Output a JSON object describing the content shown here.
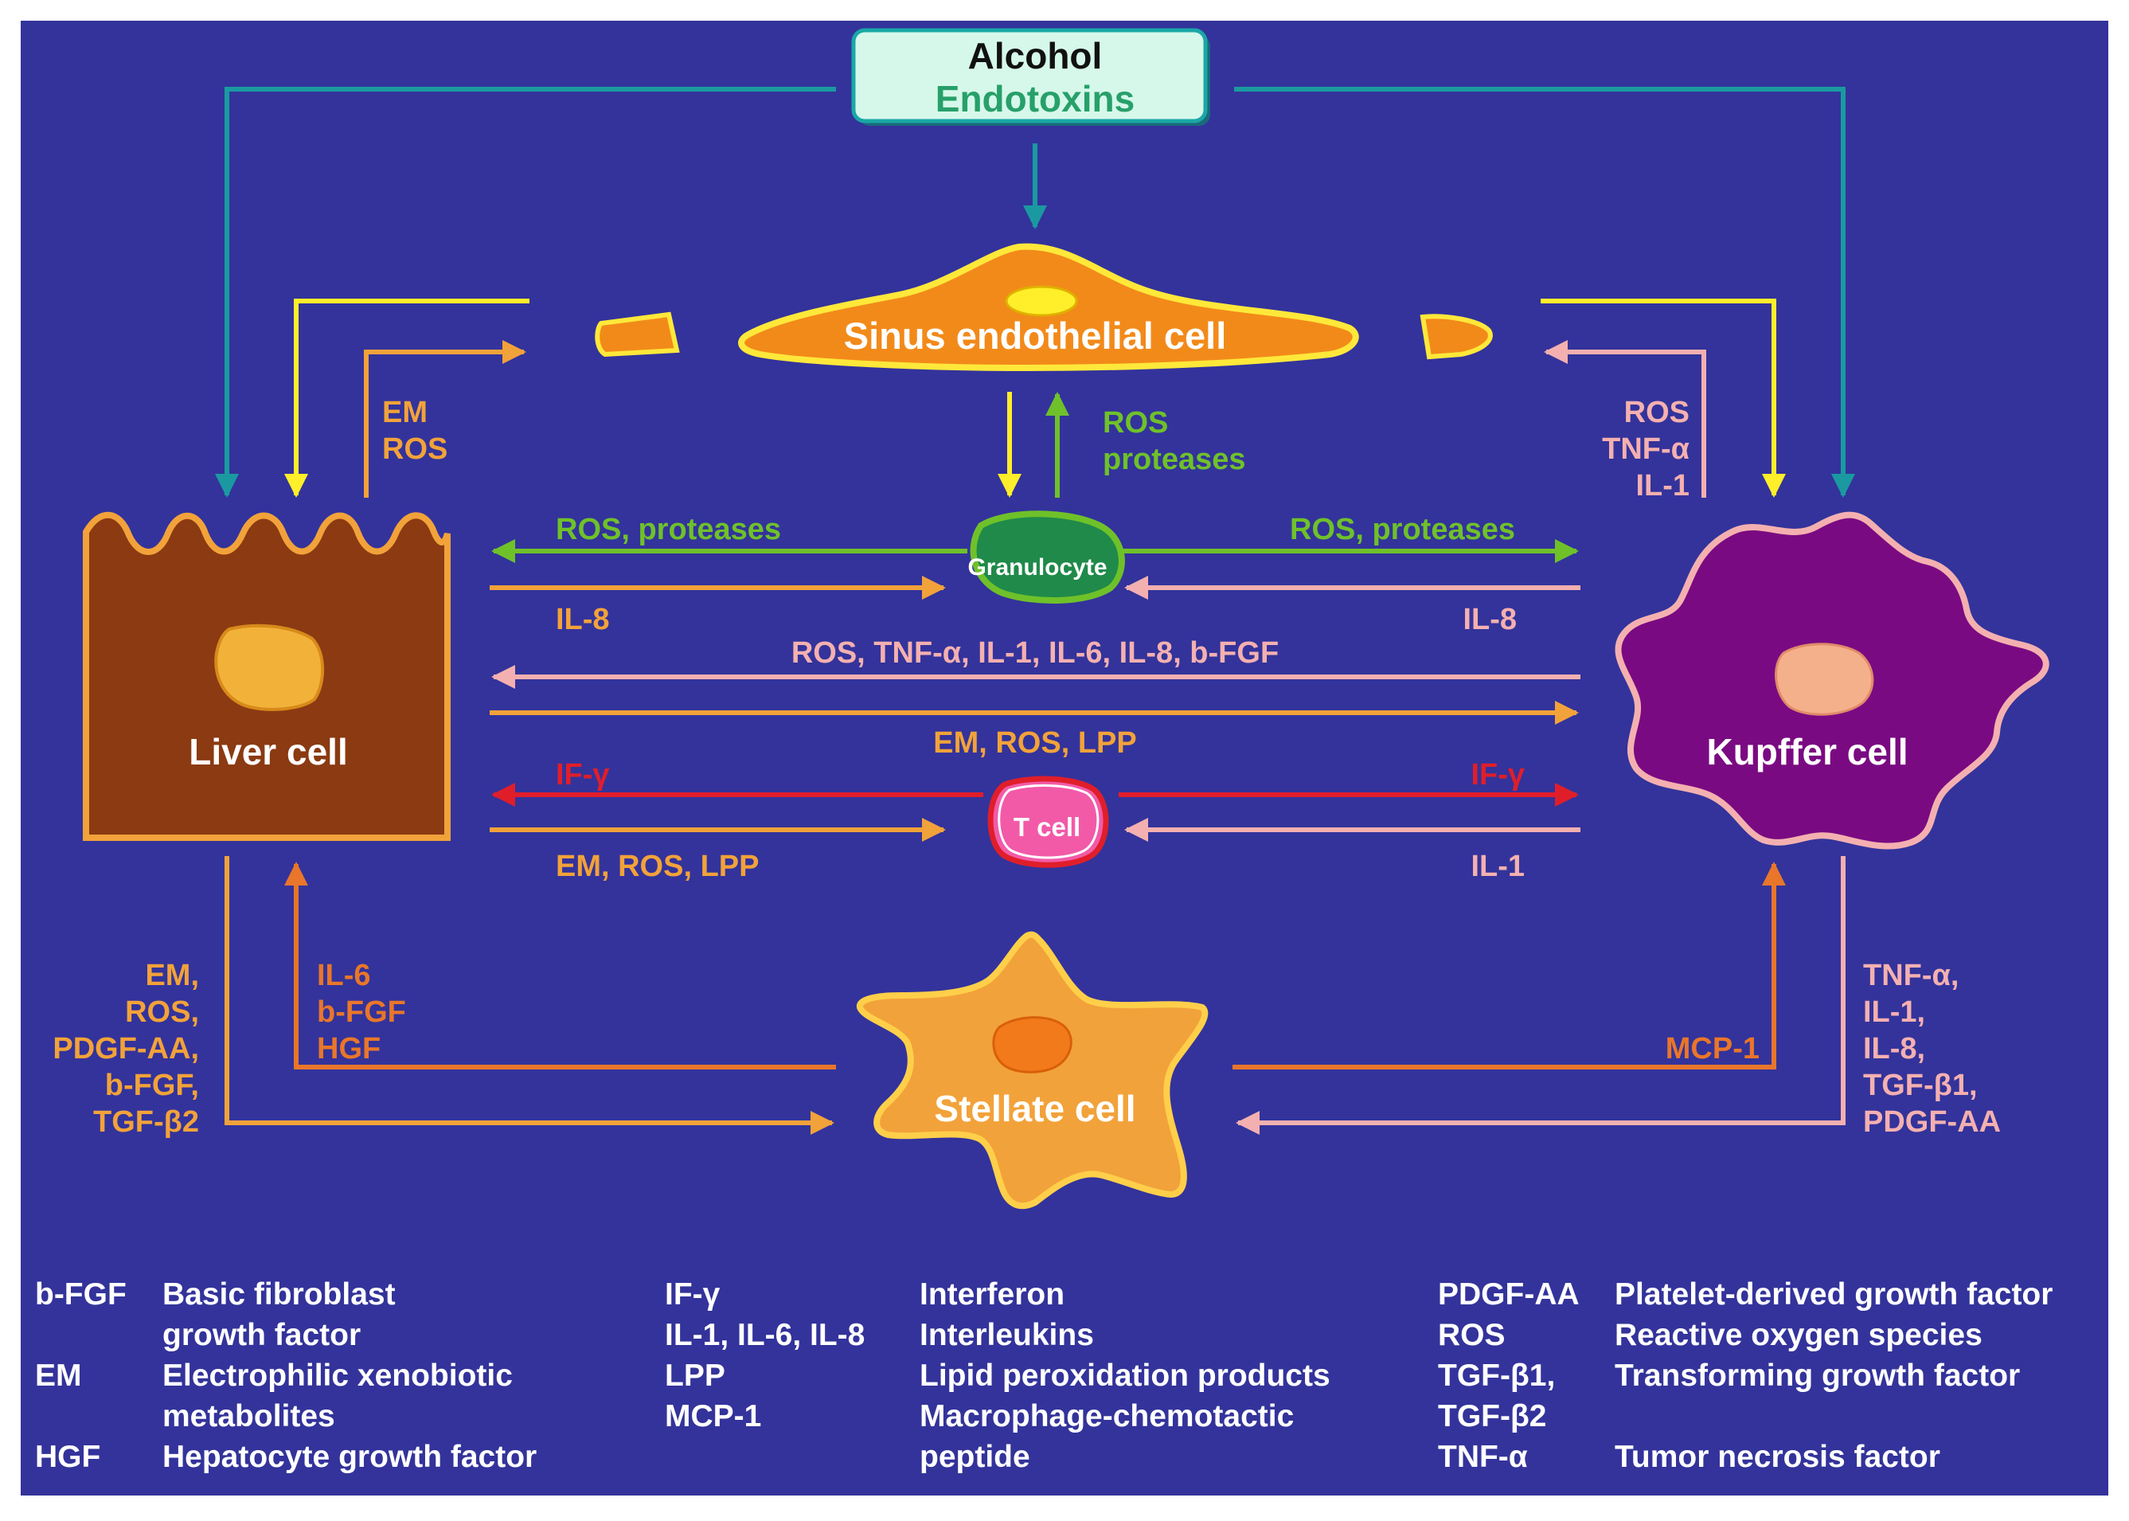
{
  "colors": {
    "background": "#33339b",
    "teal": "#1a9aa0",
    "yellow": "#ffee2a",
    "orange": "#f2a23a",
    "dark_orange": "#e9762a",
    "green": "#6fc12a",
    "pink": "#f4b0b0",
    "red": "#e01e2a",
    "white": "#ffffff"
  },
  "sources": {
    "alcohol": "Alcohol",
    "endotoxins": "Endotoxins"
  },
  "cells": {
    "sinus_endothelial": "Sinus endothelial cell",
    "liver": "Liver cell",
    "kupffer": "Kupffer cell",
    "granulocyte": "Granulocyte",
    "t_cell": "T cell",
    "stellate": "Stellate cell"
  },
  "labels": {
    "em_ros_top_left": [
      "EM",
      "ROS"
    ],
    "ros_proteases_center": [
      "ROS",
      "proteases"
    ],
    "ros_tnf_il1_right": [
      "ROS",
      "TNF-α",
      "IL-1"
    ],
    "ros_proteases_left": "ROS, proteases",
    "ros_proteases_right": "ROS, proteases",
    "il8_left": "IL-8",
    "il8_right": "IL-8",
    "kupffer_to_liver": "ROS, TNF-α, IL-1, IL-6, IL-8, b-FGF",
    "liver_to_kupffer": "EM, ROS, LPP",
    "if_gamma_left": "IF-γ",
    "if_gamma_right": "IF-γ",
    "em_ros_lpp_tcell": "EM, ROS, LPP",
    "il1_tcell": "IL-1",
    "liver_to_stellate": [
      "EM,",
      "ROS,",
      "PDGF-AA,",
      "b-FGF,",
      "TGF-β2"
    ],
    "stellate_to_liver": [
      "IL-6",
      "b-FGF",
      "HGF"
    ],
    "mcp1": "MCP-1",
    "kupffer_to_stellate": [
      "TNF-α,",
      "IL-1,",
      "IL-8,",
      "TGF-β1,",
      "PDGF-AA"
    ]
  },
  "legend": {
    "col1": [
      {
        "abbr": "b-FGF",
        "def": "Basic fibroblast"
      },
      {
        "abbr": "",
        "def": "growth factor"
      },
      {
        "abbr": "EM",
        "def": "Electrophilic xenobiotic"
      },
      {
        "abbr": "",
        "def": "metabolites"
      },
      {
        "abbr": "HGF",
        "def": "Hepatocyte growth factor"
      }
    ],
    "col2": [
      {
        "abbr": "IF-γ",
        "def": "Interferon"
      },
      {
        "abbr": "IL-1, IL-6, IL-8",
        "def": "Interleukins"
      },
      {
        "abbr": "LPP",
        "def": "Lipid peroxidation products"
      },
      {
        "abbr": "MCP-1",
        "def": "Macrophage-chemotactic"
      },
      {
        "abbr": "",
        "def": "peptide"
      }
    ],
    "col3": [
      {
        "abbr": "PDGF-AA",
        "def": "Platelet-derived growth factor"
      },
      {
        "abbr": "ROS",
        "def": "Reactive oxygen species"
      },
      {
        "abbr": "TGF-β1,",
        "def": "Transforming growth factor"
      },
      {
        "abbr": "TGF-β2",
        "def": ""
      },
      {
        "abbr": "TNF-α",
        "def": "Tumor necrosis factor"
      }
    ]
  }
}
